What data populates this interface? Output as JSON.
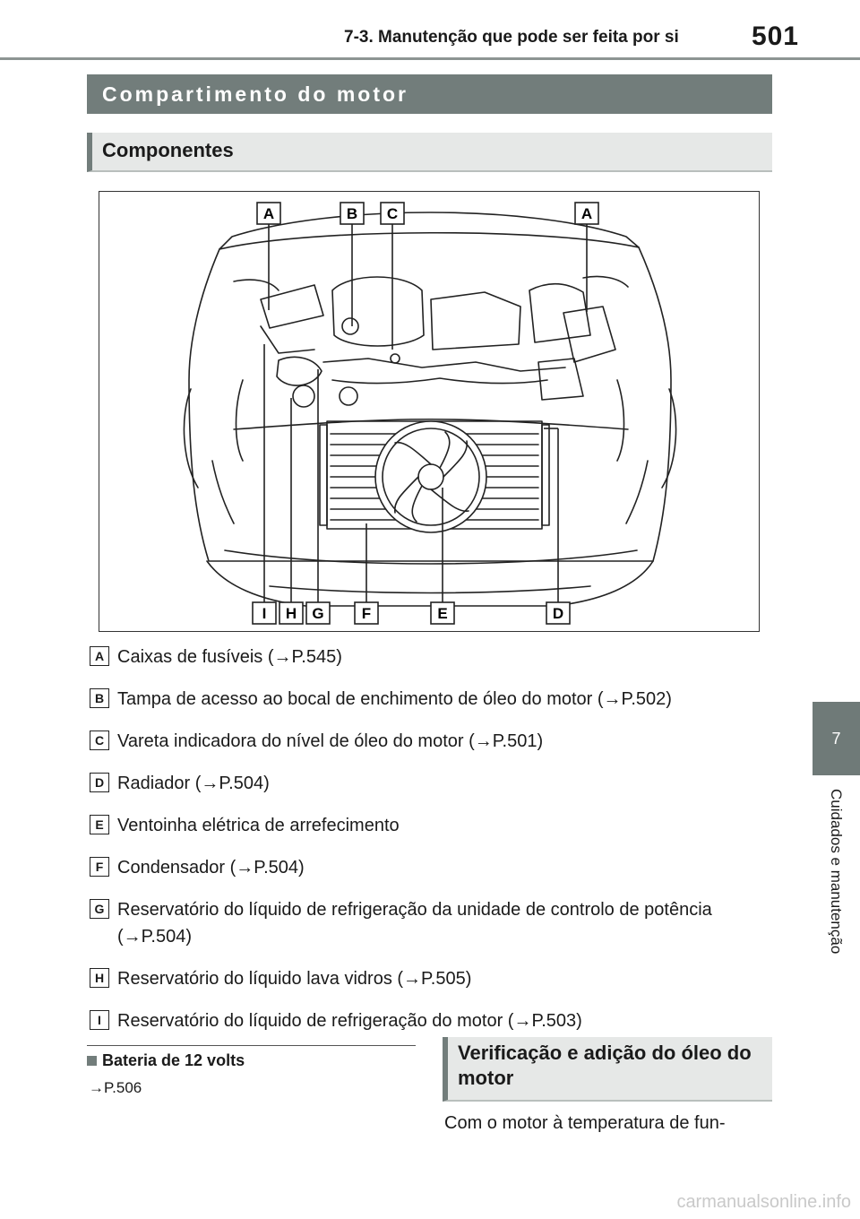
{
  "header": {
    "section": "7-3. Manutenção que pode ser feita por si",
    "page_number": "501"
  },
  "side_tab": {
    "chapter": "7",
    "label": "Cuidados e manutenção"
  },
  "section_title": "Compartimento do motor",
  "subsection_title": "Componentes",
  "figure": {
    "top_callouts": [
      "A",
      "B",
      "C",
      "A"
    ],
    "bottom_callouts": [
      "I",
      "H",
      "G",
      "F",
      "E",
      "D"
    ]
  },
  "legend": [
    {
      "key": "A",
      "text": "Caixas de fusíveis (→P.545)"
    },
    {
      "key": "B",
      "text": "Tampa de acesso ao bocal de enchimento de óleo do motor (→P.502)"
    },
    {
      "key": "C",
      "text": "Vareta indicadora do nível de óleo do motor (→P.501)"
    },
    {
      "key": "D",
      "text": "Radiador (→P.504)"
    },
    {
      "key": "E",
      "text": "Ventoinha elétrica de arrefecimento"
    },
    {
      "key": "F",
      "text": "Condensador (→P.504)"
    },
    {
      "key": "G",
      "text": "Reservatório do líquido de refrigeração da unidade de controlo de potência (→P.504)"
    },
    {
      "key": "H",
      "text": "Reservatório do líquido lava vidros (→P.505)"
    },
    {
      "key": "I",
      "text": "Reservatório do líquido de refrigeração do motor (→P.503)"
    }
  ],
  "note": {
    "heading": "Bateria de 12 volts",
    "reference": "→P.506"
  },
  "subsection2_title": "Verificação e adição do óleo do motor",
  "body_text": "Com o motor à temperatura de fun-",
  "watermark": "carmanualsonline.info"
}
